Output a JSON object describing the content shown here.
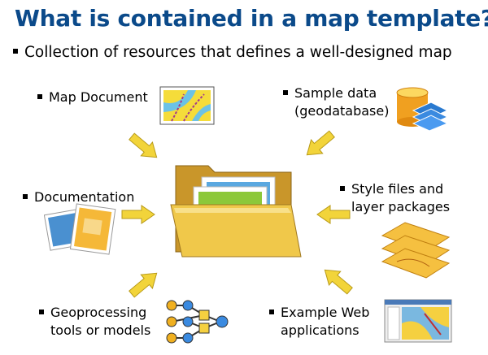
{
  "title": "What is contained in a map template?",
  "subtitle": "Collection of resources that defines a well-designed map",
  "items": {
    "map_document": {
      "line1": "Map Document"
    },
    "sample_data": {
      "line1": "Sample data",
      "line2": "(geodatabase)"
    },
    "documentation": {
      "line1": "Documentation"
    },
    "style_files": {
      "line1": "Style files and",
      "line2": "layer packages"
    },
    "geoprocessing": {
      "line1": "Geoprocessing",
      "line2": "tools or models"
    },
    "web_apps": {
      "line1": "Example Web",
      "line2": "applications"
    }
  },
  "colors": {
    "title": "#0b4a8a",
    "arrow": "#f2d43a",
    "folder": "#e8b83a"
  }
}
